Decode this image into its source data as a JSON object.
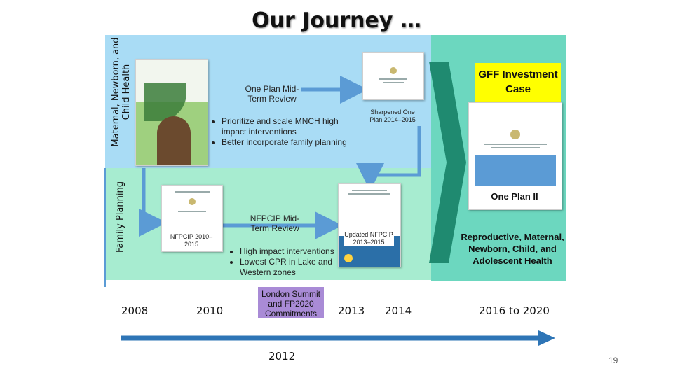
{
  "title": "Our Journey …",
  "sides": {
    "mnch_label": "Maternal, Newborn, and Child Health",
    "fp_label": "Family Planning"
  },
  "milestones": {
    "one_plan_midterm": "One Plan Mid-Term Review",
    "one_plan_bullets": [
      "Prioritize and scale MNCH high impact interventions",
      "Better incorporate family planning"
    ],
    "sharpened_plan": "Sharpened One Plan 2014–2015",
    "gff": "GFF Investment Case",
    "one_plan_ii": "One Plan II",
    "rmncah": "Reproductive, Maternal, Newborn, Child, and Adolescent Health",
    "nfpcip_doc": "NFPCIP 2010–2015",
    "nfpcip_midterm": "NFPCIP Mid-Term Review",
    "nfpcip_bullets": [
      "High impact interventions",
      "Lowest CPR in Lake and Western zones"
    ],
    "updated_nfpcip": "Updated NFPCIP 2013–2015",
    "london_summit": "London Summit and FP2020 Commitments"
  },
  "years": [
    "2008",
    "2010",
    "2012",
    "2013",
    "2014",
    "2016 to 2020"
  ],
  "page_number": "19",
  "colors": {
    "mnch_band": "#a9dcf5",
    "fp_band": "#a7ecd0",
    "future_band": "#6cd7bf",
    "arrow_blue": "#5b9bd5",
    "timeline_blue": "#2e75b6",
    "gff_yellow": "#ffff00",
    "london_purple": "#a98bd6",
    "chevron_green": "#1f8a70"
  }
}
